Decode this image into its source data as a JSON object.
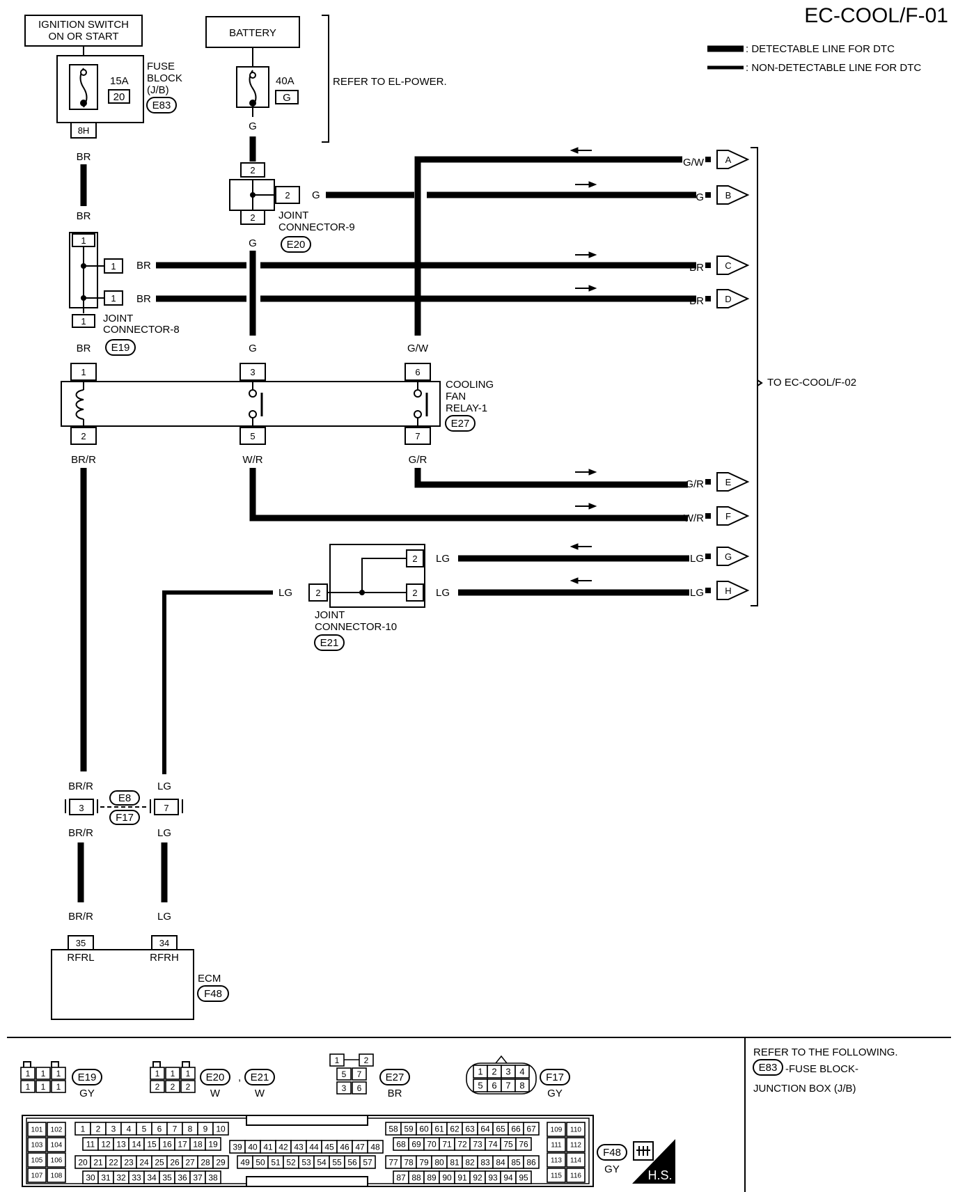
{
  "title": "EC-COOL/F-01",
  "legend": {
    "detectable": ": DETECTABLE LINE FOR DTC",
    "non_detectable": ": NON-DETECTABLE LINE FOR DTC"
  },
  "ignition": {
    "line1": "IGNITION SWITCH",
    "line2": "ON OR START"
  },
  "battery": "BATTERY",
  "fuse_block": {
    "line1": "FUSE",
    "line2": "BLOCK",
    "line3": "(J/B)",
    "code": "E83",
    "amp": "15A",
    "num": "20",
    "terminal": "8H"
  },
  "battery_fuse": {
    "amp": "40A",
    "num": "G"
  },
  "refer_power": "REFER TO EL-POWER.",
  "to_next": "TO EC-COOL/F-02",
  "jc9": {
    "line1": "JOINT",
    "line2": "CONNECTOR-9",
    "code": "E20",
    "top": "2",
    "side": "2",
    "bottom": "2"
  },
  "jc8": {
    "line1": "JOINT",
    "line2": "CONNECTOR-8",
    "code": "E19",
    "top": "1",
    "c1": "1",
    "c2": "1",
    "bottom": "1"
  },
  "jc10": {
    "line1": "JOINT",
    "line2": "CONNECTOR-10",
    "code": "E21",
    "left": "2",
    "r1": "2",
    "r2": "2"
  },
  "relay": {
    "line1": "COOLING",
    "line2": "FAN",
    "line3": "RELAY-1",
    "code": "E27",
    "t1": "1",
    "t2": "2",
    "t3": "3",
    "t5": "5",
    "t6": "6",
    "t7": "7"
  },
  "wires": {
    "g": "G",
    "br": "BR",
    "gw": "G/W",
    "brr": "BR/R",
    "wr": "W/R",
    "gr": "G/R",
    "lg": "LG"
  },
  "terminals": [
    {
      "letter": "A",
      "wire": "G/W"
    },
    {
      "letter": "B",
      "wire": "G"
    },
    {
      "letter": "C",
      "wire": "BR"
    },
    {
      "letter": "D",
      "wire": "BR"
    },
    {
      "letter": "E",
      "wire": "G/R"
    },
    {
      "letter": "F",
      "wire": "W/R"
    },
    {
      "letter": "G",
      "wire": "LG"
    },
    {
      "letter": "H",
      "wire": "LG"
    }
  ],
  "inline_conn": {
    "top": "E8",
    "bottom": "F17",
    "pin_a": "3",
    "pin_b": "7"
  },
  "ecm": {
    "name": "ECM",
    "code": "F48",
    "pin35": "35",
    "pin34": "34",
    "name35": "RFRL",
    "name34": "RFRH"
  },
  "connectors": {
    "e19": {
      "code": "E19",
      "color": "GY"
    },
    "e20": {
      "code": "E20",
      "color": "W"
    },
    "e21": {
      "code": "E21",
      "color": "W"
    },
    "e27": {
      "code": "E27",
      "color": "BR"
    },
    "f17": {
      "code": "F17",
      "color": "GY"
    },
    "f48": {
      "code": "F48",
      "color": "GY"
    },
    "comma": ","
  },
  "hs": "H.S.",
  "refer_following": {
    "line1": "REFER TO THE FOLLOWING.",
    "code": "E83",
    "line2": "-FUSE BLOCK-",
    "line3": "JUNCTION BOX (J/B)"
  },
  "pins": {
    "e19": [
      "1",
      "1",
      "1",
      "1",
      "1",
      "1"
    ],
    "e20": [
      "1",
      "1",
      "1",
      "2",
      "2",
      "2"
    ],
    "e27": [
      "1",
      "2",
      "5",
      "7",
      "3",
      "6"
    ],
    "f17": [
      "1",
      "2",
      "3",
      "4",
      "5",
      "6",
      "7",
      "8"
    ],
    "f48_left": [
      "101",
      "102",
      "103",
      "104",
      "105",
      "106",
      "107",
      "108"
    ],
    "f48_a": [
      "1",
      "2",
      "3",
      "4",
      "5",
      "6",
      "7",
      "8",
      "9",
      "10"
    ],
    "f48_b": [
      "11",
      "12",
      "13",
      "14",
      "15",
      "16",
      "17",
      "18",
      "19"
    ],
    "f48_c": [
      "20",
      "21",
      "22",
      "23",
      "24",
      "25",
      "26",
      "27",
      "28",
      "29"
    ],
    "f48_d": [
      "30",
      "31",
      "32",
      "33",
      "34",
      "35",
      "36",
      "37",
      "38"
    ],
    "f48_e": [
      "39",
      "40",
      "41",
      "42",
      "43",
      "44",
      "45",
      "46",
      "47",
      "48"
    ],
    "f48_f": [
      "49",
      "50",
      "51",
      "52",
      "53",
      "54",
      "55",
      "56",
      "57"
    ],
    "f48_g": [
      "58",
      "59",
      "60",
      "61",
      "62",
      "63",
      "64",
      "65",
      "66",
      "67"
    ],
    "f48_h": [
      "68",
      "69",
      "70",
      "71",
      "72",
      "73",
      "74",
      "75",
      "76"
    ],
    "f48_i": [
      "77",
      "78",
      "79",
      "80",
      "81",
      "82",
      "83",
      "84",
      "85",
      "86"
    ],
    "f48_j": [
      "87",
      "88",
      "89",
      "90",
      "91",
      "92",
      "93",
      "94",
      "95"
    ],
    "f48_right": [
      "109",
      "110",
      "111",
      "112",
      "113",
      "114",
      "115",
      "116"
    ]
  }
}
